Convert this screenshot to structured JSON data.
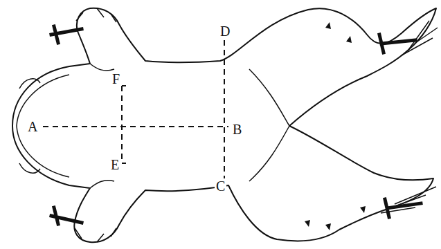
{
  "diagram": {
    "labels": [
      "D",
      "F",
      "A",
      "B",
      "E",
      "C"
    ]
  }
}
